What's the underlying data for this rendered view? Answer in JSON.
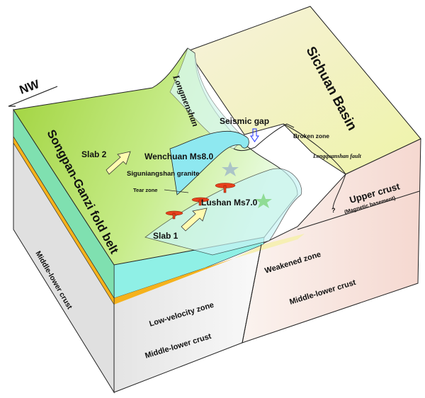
{
  "title": "Block diagram of Longmenshan tectonics",
  "labels": {
    "nw": "NW",
    "sichuan_basin": "Sichuan Basin",
    "longmenshan": "Longmenshan",
    "seismic_gap": "Seismic gap",
    "broken_zone": "Broken zone",
    "longquanshan_fault": "Longquanshan fault",
    "upper_crust": "Upper crust",
    "magnetic_basement": "(Magnetic basement)",
    "question": "?",
    "slab2": "Slab 2",
    "slab1": "Slab 1",
    "wenchuan": "Wenchuan Ms8.0",
    "siguniangshan": "Siguniangshan granite",
    "tear_zone": "Tear zone",
    "lushan": "Lushan Ms7.0",
    "songpan": "Songpan-Ganzi fold belt",
    "mlc_left": "Middle-lower crust",
    "mlc_front": "Middle-lower crust",
    "mlc_right": "Middle-lower crust",
    "weakened_zone": "Weakened zone",
    "low_velocity_zone": "Low-velocity zone"
  },
  "colors": {
    "green": "#a8d44a",
    "cyan": "#7fe8e0",
    "orange": "#f5b21c",
    "basin": "#f3f1c0",
    "pink": "#f6ddd8",
    "grey": "#e6e6e6",
    "star_wenchuan": "#9fb8c8",
    "star_lushan": "#7ed67e",
    "granite": "#e8401c",
    "arrow_blue": "#2233ff"
  }
}
